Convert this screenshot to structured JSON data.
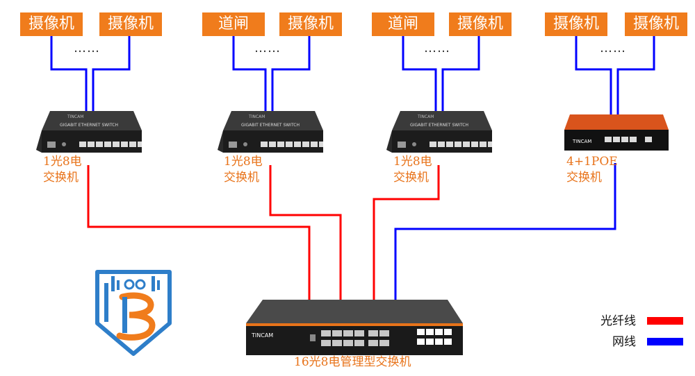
{
  "top_row": [
    {
      "left_label": "摄像机",
      "right_label": "摄像机",
      "dots": "……"
    },
    {
      "left_label": "道闸",
      "right_label": "摄像机",
      "dots": "……"
    },
    {
      "left_label": "道闸",
      "right_label": "摄像机",
      "dots": "……"
    },
    {
      "left_label": "摄像机",
      "right_label": "摄像机",
      "dots": "……"
    }
  ],
  "devices": [
    {
      "label_line1": "1光8电",
      "label_line2": "交换机",
      "panel_title": "GIGABIT ETHERNET SWITCH",
      "brand": "TINCAM"
    },
    {
      "label_line1": "1光8电",
      "label_line2": "交换机",
      "panel_title": "GIGABIT ETHERNET SWITCH",
      "brand": "TINCAM"
    },
    {
      "label_line1": "1光8电",
      "label_line2": "交换机",
      "panel_title": "GIGABIT ETHERNET SWITCH",
      "brand": "TINCAM"
    },
    {
      "label_line1": "4+1POE",
      "label_line2": "交换机",
      "brand": "TINCAM"
    }
  ],
  "core_switch": {
    "brand": "TINCAM",
    "label": "16光8电管理型交换机"
  },
  "legend": [
    {
      "label": "光纤线",
      "color": "#ff0000"
    },
    {
      "label": "网线",
      "color": "#0000ff"
    }
  ],
  "colors": {
    "fiber": "#ff0000",
    "ethernet": "#0000ff",
    "label_box": "#f07c1c",
    "label_text": "#e8731a",
    "logo_blue": "#2e7ec9",
    "logo_orange": "#f07c1c"
  }
}
